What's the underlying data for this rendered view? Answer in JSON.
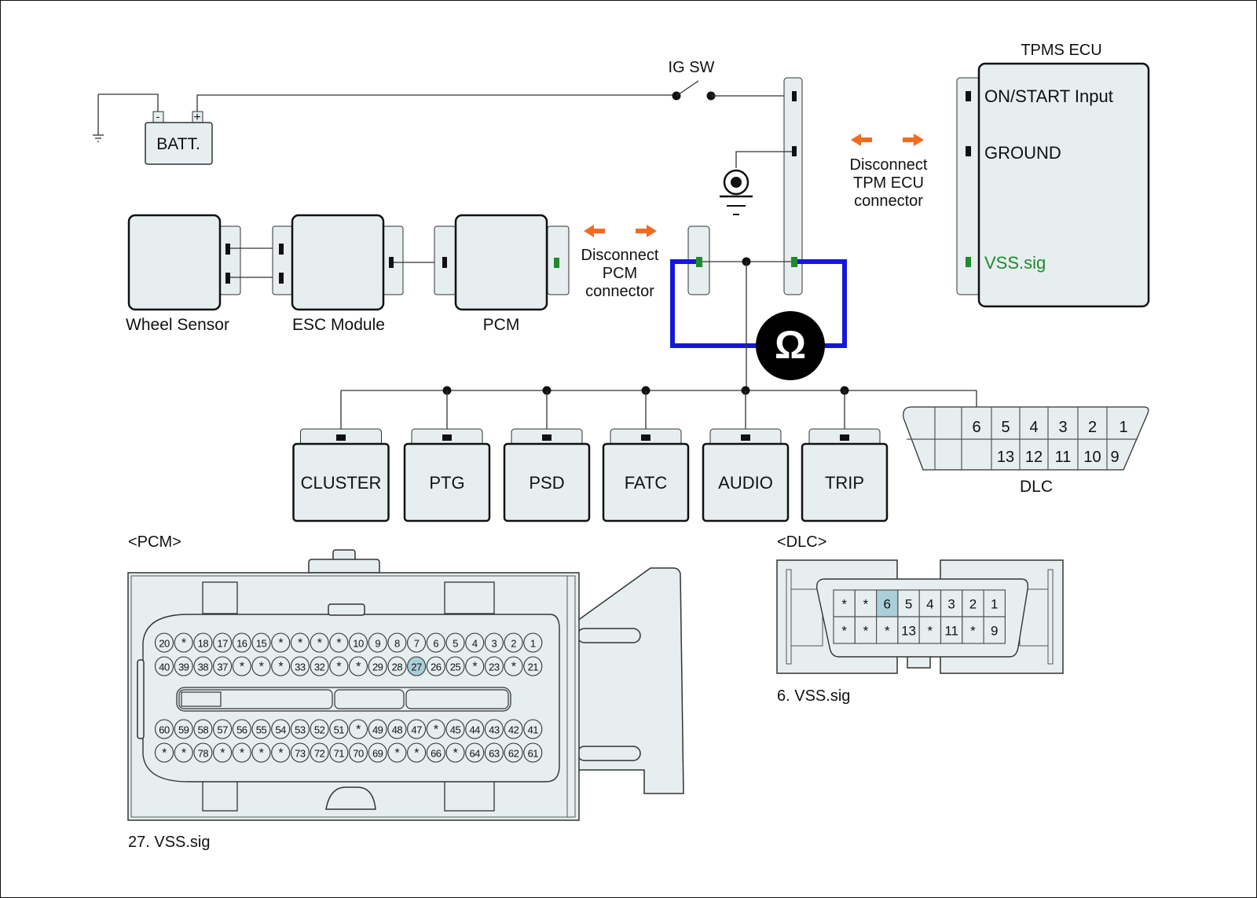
{
  "title": "TPMS ECU VSS signal circuit - resistance check",
  "battery": {
    "label": "BATT.",
    "neg": "-",
    "pos": "+"
  },
  "ig_switch": {
    "label": "IG SW"
  },
  "tpms_ecu": {
    "title": "TPMS ECU",
    "pins": [
      {
        "label": "ON/START Input",
        "color": "#111111"
      },
      {
        "label": "GROUND",
        "color": "#111111"
      },
      {
        "label": "VSS.sig",
        "color": "#1e8a2e"
      }
    ]
  },
  "disconnect_tpm": {
    "lines": [
      "Disconnect",
      "TPM ECU",
      "connector"
    ]
  },
  "disconnect_pcm": {
    "lines": [
      "Disconnect",
      "PCM",
      "connector"
    ]
  },
  "modules": [
    {
      "label": "Wheel Sensor"
    },
    {
      "label": "ESC Module"
    },
    {
      "label": "PCM"
    }
  ],
  "ohmmeter": {
    "symbol": "Ω"
  },
  "bus_modules": [
    "CLUSTER",
    "PTG",
    "PSD",
    "FATC",
    "AUDIO",
    "TRIP"
  ],
  "dlc_symbol": {
    "label": "DLC",
    "top_row": [
      "",
      "",
      "6",
      "5",
      "4",
      "3",
      "2",
      "1"
    ],
    "bottom_row": [
      "",
      "",
      "",
      "13",
      "12",
      "11",
      "10",
      "9"
    ]
  },
  "pcm_connector": {
    "title": "<PCM>",
    "caption": "27. VSS.sig",
    "highlight": "27",
    "rows": [
      [
        "20",
        "*",
        "18",
        "17",
        "16",
        "15",
        "*",
        "*",
        "*",
        "*",
        "10",
        "9",
        "8",
        "7",
        "6",
        "5",
        "4",
        "3",
        "2",
        "1"
      ],
      [
        "40",
        "39",
        "38",
        "37",
        "*",
        "*",
        "*",
        "33",
        "32",
        "*",
        "*",
        "29",
        "28",
        "27",
        "26",
        "25",
        "*",
        "23",
        "*",
        "21"
      ],
      [
        "60",
        "59",
        "58",
        "57",
        "56",
        "55",
        "54",
        "53",
        "52",
        "51",
        "*",
        "49",
        "48",
        "47",
        "*",
        "45",
        "44",
        "43",
        "42",
        "41"
      ],
      [
        "*",
        "*",
        "78",
        "*",
        "*",
        "*",
        "*",
        "73",
        "72",
        "71",
        "70",
        "69",
        "*",
        "*",
        "66",
        "*",
        "64",
        "63",
        "62",
        "61"
      ]
    ]
  },
  "dlc_connector": {
    "title": "<DLC>",
    "caption": "6. VSS.sig",
    "highlight": "6",
    "top_row": [
      "*",
      "*",
      "6",
      "5",
      "4",
      "3",
      "2",
      "1"
    ],
    "bottom_row": [
      "*",
      "*",
      "*",
      "13",
      "*",
      "11",
      "*",
      "9"
    ]
  },
  "colors": {
    "signal_pin": "#1e8a2e",
    "measurement_wire": "#1518d8",
    "disconnect_arrow": "#f26b21",
    "highlight_pin": "#a9cfd8",
    "component_fill": "#e6eeef"
  }
}
